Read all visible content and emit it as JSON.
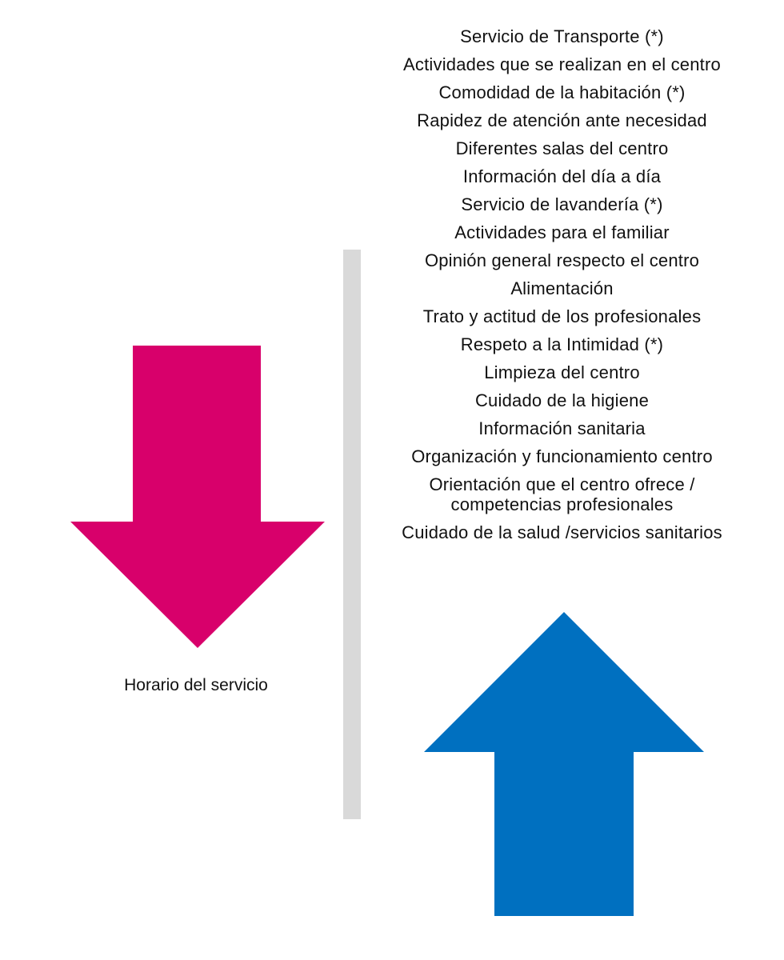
{
  "colors": {
    "decrease_arrow": "#d8006b",
    "increase_arrow": "#0070c0",
    "divider": "#d9d9d9"
  },
  "down_arrow": {
    "icon": "arrow-down-icon",
    "items": [
      "Horario del servicio"
    ]
  },
  "up_arrow": {
    "icon": "arrow-up-icon",
    "items": [
      "Servicio de Transporte (*)",
      "Actividades que se realizan en el centro",
      "Comodidad de la habitación (*)",
      "Rapidez de atención ante necesidad",
      "Diferentes salas del centro",
      "Información del día a día",
      "Servicio de lavandería (*)",
      "Actividades para el familiar",
      "Opinión general respecto el centro",
      "Alimentación",
      "Trato y actitud de los profesionales",
      "Respeto a la Intimidad (*)",
      "Limpieza del centro",
      "Cuidado de la higiene",
      "Información sanitaria",
      "Organización y funcionamiento centro",
      "Orientación que el centro ofrece / competencias profesionales",
      "Cuidado de la salud /servicios sanitarios"
    ]
  }
}
